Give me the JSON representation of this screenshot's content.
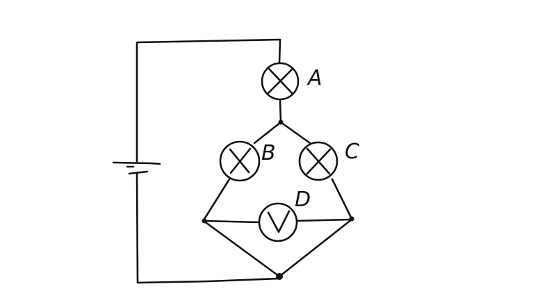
{
  "diagram": {
    "type": "circuit",
    "components": {
      "battery": {
        "symbol": "battery-icon"
      },
      "lamps": [
        {
          "label": "A"
        },
        {
          "label": "B"
        },
        {
          "label": "C"
        },
        {
          "label": "D"
        }
      ]
    }
  }
}
